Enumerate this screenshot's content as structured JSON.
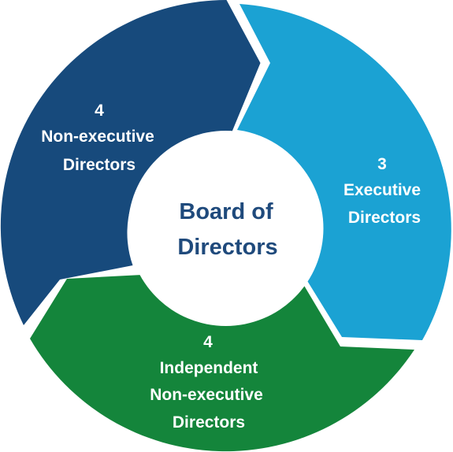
{
  "center": {
    "line1": "Board of",
    "line2": "Directors",
    "color": "#1f4a7c"
  },
  "segments": [
    {
      "id": "non-executive",
      "count": "4",
      "line1": "Non-executive",
      "line2": "Directors",
      "color": "#174a7c"
    },
    {
      "id": "executive",
      "count": "3",
      "line1": "Executive",
      "line2": "Directors",
      "color": "#1ba2d3"
    },
    {
      "id": "independent",
      "count": "4",
      "line1": "Independent",
      "line2": "Non-executive",
      "line3": "Directors",
      "color": "#14853b"
    }
  ]
}
